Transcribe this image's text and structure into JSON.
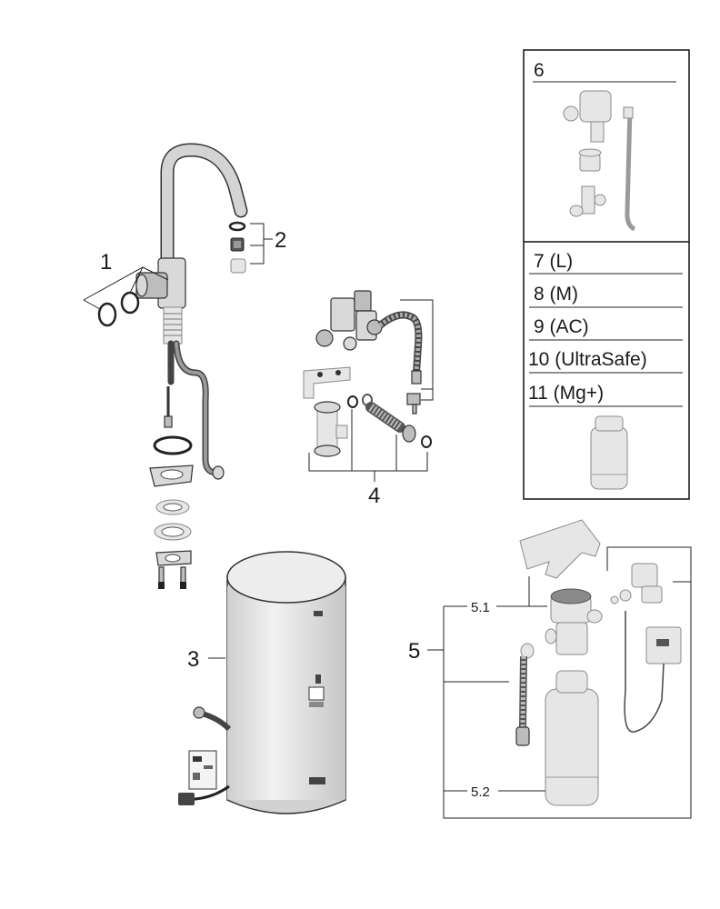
{
  "callouts": {
    "c1": "1",
    "c2": "2",
    "c3": "3",
    "c4": "4",
    "c5": "5",
    "c5_1": "5.1",
    "c5_2": "5.2"
  },
  "side_panel": {
    "header": "6",
    "items": [
      "7 (L)",
      "8 (M)",
      "9 (AC)",
      "10 (UltraSafe)",
      "11 (Mg+)"
    ]
  }
}
